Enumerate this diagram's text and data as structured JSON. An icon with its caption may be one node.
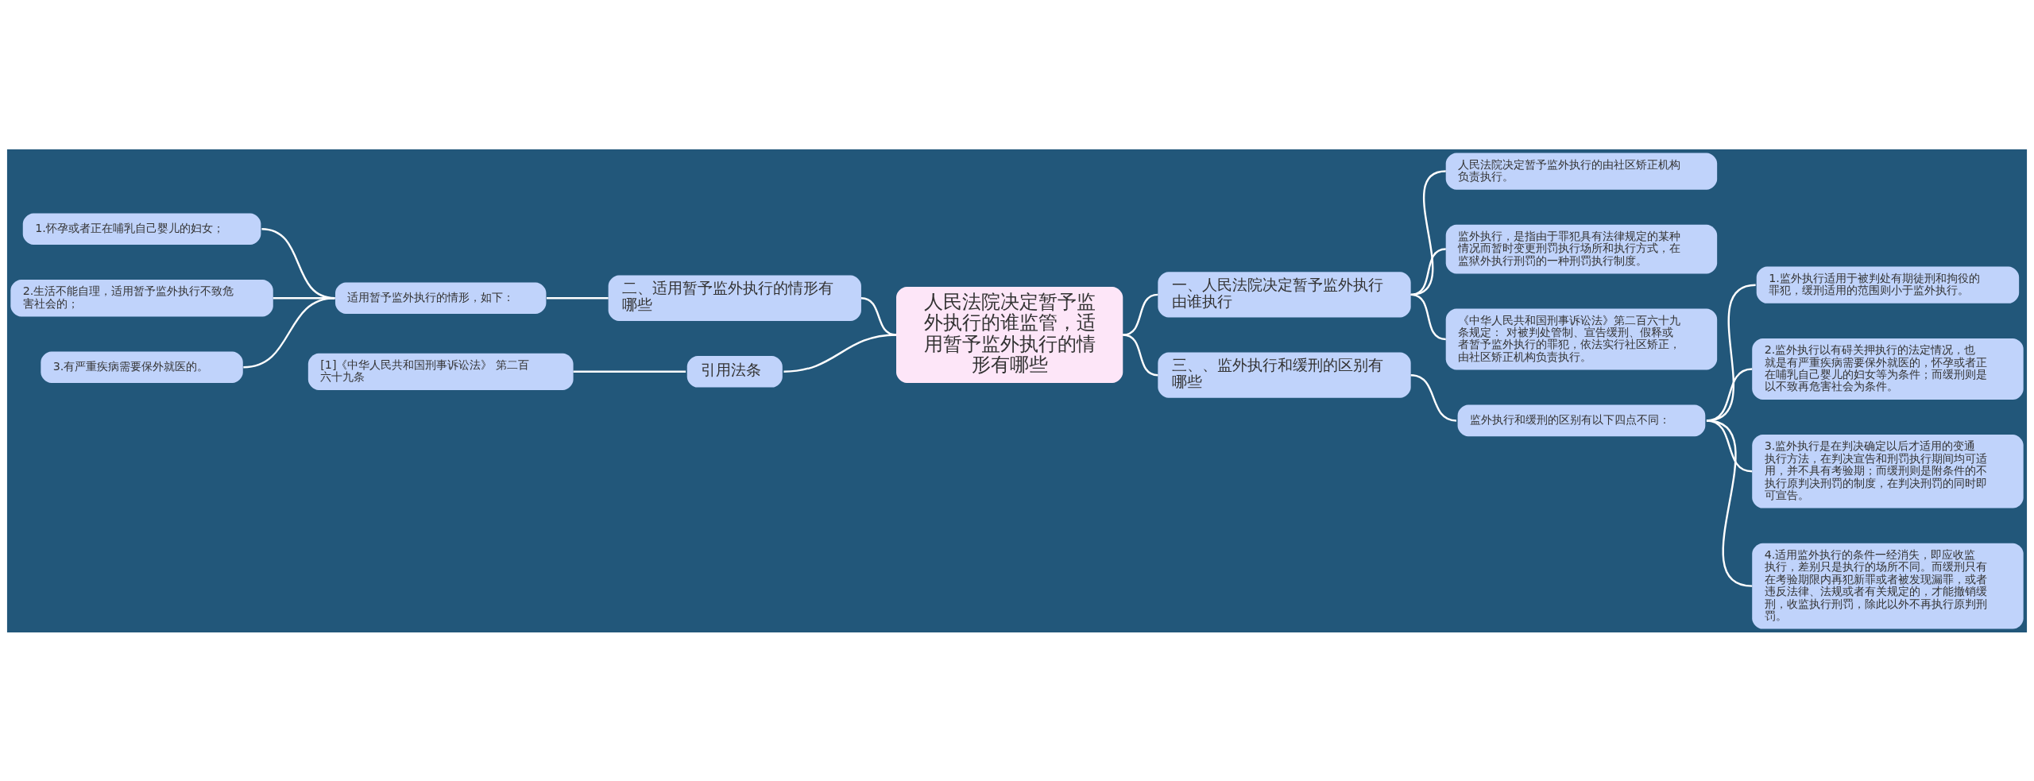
{
  "diagram": {
    "nodes": [
      {
        "text": [
          "人民法院决定暂予监外执行的谁监管，适用暂予监外执行的情形有哪些"
        ]
      },
      {
        "text": [
          "一、人民法院决定暂予监外执行由谁执行"
        ]
      },
      {
        "text": [
          "人民法院决定暂予监外执行的由社区矫正机构负责执行。"
        ]
      },
      {
        "text": [
          "监外执行，是指由于罪犯具有法律规定的某种情况而暂时变更刑罚执行场所和执行方式，在监狱外执行刑罚的一种刑罚执行制度。"
        ]
      },
      {
        "text": [
          "《中华人民共和国刑事诉讼法》第二百六十九条规定： 对被判处管制、宣告缓刑、假释或者暂予监外执行的罪犯，依法实行社区矫正，由社区矫正机构负责执行。"
        ]
      },
      {
        "text": [
          "三、、监外执行和缓刑的区别有哪些"
        ]
      },
      {
        "text": [
          "监外执行和缓刑的区别有以下四点不同："
        ]
      },
      {
        "text": [
          "1.监外执行适用于被判处有期徒刑和拘役的罪犯，缓刑适用的范围则小于监外执行。"
        ]
      },
      {
        "text": [
          "2.监外执行以有碍关押执行的法定情况，也就是有严重疾病需要保外就医的，怀孕或者正在哺乳自己婴儿的妇女等为条件；而缓刑则是以不致再危害社会为条件。"
        ]
      },
      {
        "text": [
          "3.监外执行是在判决确定以后才适用的变通执行方法，在判决宣告和刑罚执行期间均可适用，并不具有考验期；而缓刑则是附条件的不执行原判决刑罚的制度，在判决刑罚的同时即可宣告。"
        ]
      },
      {
        "text": [
          "4.适用监外执行的条件一经消失，即应收监执行，差别只是执行的场所不同。而缓刑只有在考验期限内再犯新罪或者被发现漏罪，或者违反法律、法规或者有关规定的，才能撤销缓刑，收监执行刑罚，除此以外不再执行原判刑罚。"
        ]
      },
      {
        "text": [
          "二、适用暂予监外执行的情形有哪些"
        ]
      },
      {
        "text": [
          "适用暂予监外执行的情形，如下："
        ]
      },
      {
        "text": [
          "1.怀孕或者正在哺乳自己婴儿的妇女；"
        ]
      },
      {
        "text": [
          "2.生活不能自理，适用暂予监外执行不致危害社会的；"
        ]
      },
      {
        "text": [
          "3.有严重疾病需要保外就医的。"
        ]
      },
      {
        "text": [
          "引用法条"
        ]
      },
      {
        "text": [
          "[1]《中华人民共和国刑事诉讼法》 第二百六十九条"
        ]
      }
    ],
    "edges": [
      {
        "from": 0,
        "to": 1,
        "arrow": "none"
      },
      {
        "from": 1,
        "to": 2,
        "arrow": "none"
      },
      {
        "from": 1,
        "to": 3,
        "arrow": "none"
      },
      {
        "from": 1,
        "to": 4,
        "arrow": "none"
      },
      {
        "from": 0,
        "to": 5,
        "arrow": "none"
      },
      {
        "from": 5,
        "to": 6,
        "arrow": "none"
      },
      {
        "from": 6,
        "to": 7,
        "arrow": "none"
      },
      {
        "from": 6,
        "to": 8,
        "arrow": "none"
      },
      {
        "from": 6,
        "to": 9,
        "arrow": "none"
      },
      {
        "from": 6,
        "to": 10,
        "arrow": "none"
      },
      {
        "from": 13,
        "to": 12,
        "arrow": "none"
      },
      {
        "from": 14,
        "to": 12,
        "arrow": "none"
      },
      {
        "from": 15,
        "to": 12,
        "arrow": "none"
      },
      {
        "from": 12,
        "to": 11,
        "arrow": "none"
      },
      {
        "from": 11,
        "to": 0,
        "arrow": "none"
      },
      {
        "from": 17,
        "to": 16,
        "arrow": "none"
      },
      {
        "from": 16,
        "to": 0,
        "arrow": "none"
      }
    ]
  }
}
